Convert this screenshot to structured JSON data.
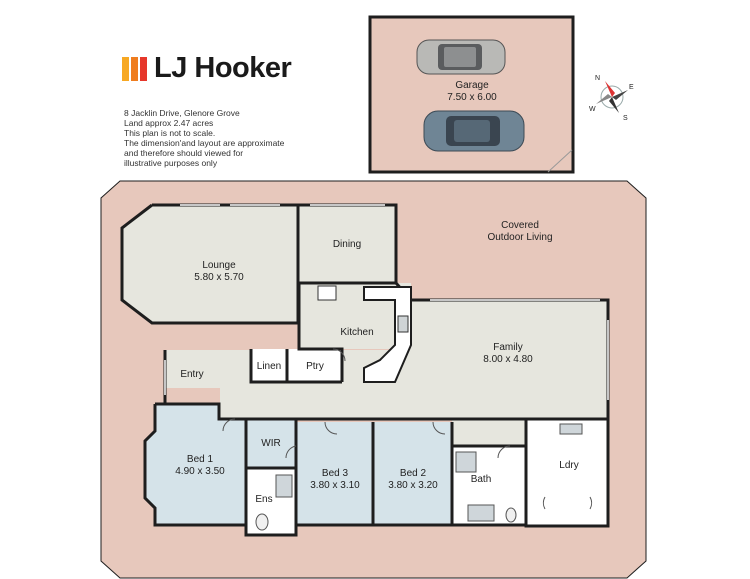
{
  "brand": {
    "name": "LJ Hooker",
    "colors": [
      "#f7a823",
      "#ef7d1f",
      "#e6372b"
    ]
  },
  "notes": [
    "8 Jacklin Drive, Glenore Grove",
    "Land approx 2.47 acres",
    "This plan is not to scale.",
    "The dimension'and layout are approximate",
    "and therefore should viewed for",
    "illustrative purposes only"
  ],
  "rooms": {
    "garage": {
      "name": "Garage",
      "size": "7.50 x 6.00"
    },
    "covered": {
      "line1": "Covered",
      "line2": "Outdoor Living"
    },
    "lounge": {
      "name": "Lounge",
      "size": "5.80 x 5.70"
    },
    "dining": {
      "name": "Dining"
    },
    "kitchen": {
      "name": "Kitchen"
    },
    "family": {
      "name": "Family",
      "size": "8.00 x 4.80"
    },
    "entry": {
      "name": "Entry"
    },
    "linen": {
      "name": "Linen"
    },
    "pantry": {
      "name": "Ptry"
    },
    "bed1": {
      "name": "Bed 1",
      "size": "4.90 x 3.50"
    },
    "wir": {
      "name": "WIR"
    },
    "ensuite": {
      "name": "Ens"
    },
    "bed3": {
      "name": "Bed 3",
      "size": "3.80 x 3.10"
    },
    "bed2": {
      "name": "Bed 2",
      "size": "3.80 x 3.20"
    },
    "bath": {
      "name": "Bath"
    },
    "laundry": {
      "name": "Ldry"
    }
  },
  "compass": {
    "n": "N",
    "e": "E",
    "s": "S",
    "w": "W"
  },
  "colors": {
    "outdoor": "#e7c8bc",
    "living": "#e6e6de",
    "bedroom": "#d5e3e9",
    "wet": "#ffffff",
    "wall": "#1e1e1e"
  }
}
